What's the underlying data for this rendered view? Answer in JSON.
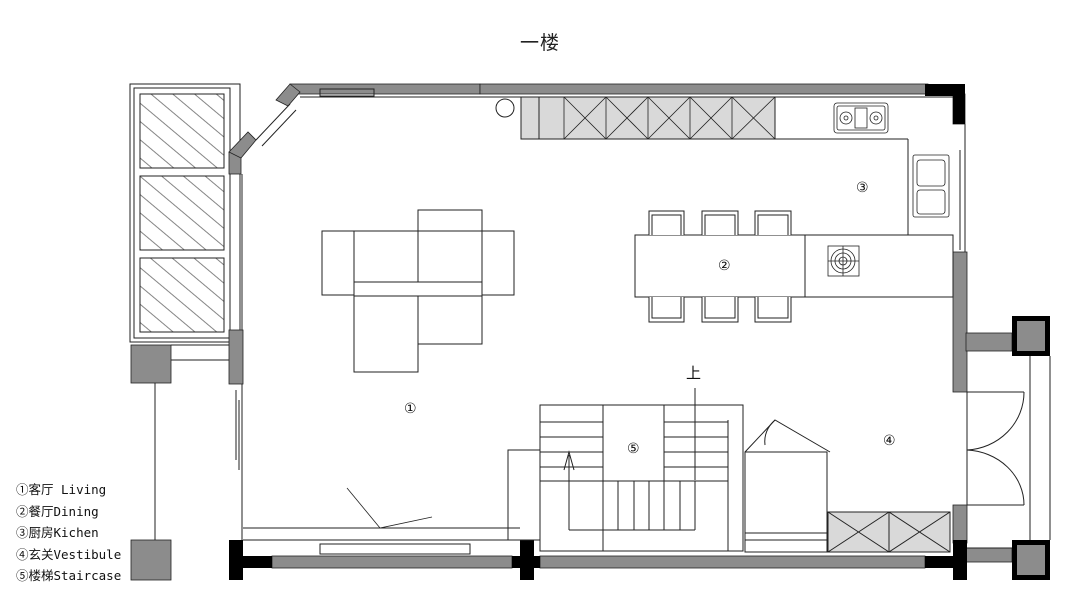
{
  "title": "一楼",
  "legend": [
    "①客厅 Living",
    "②餐厅Dining",
    "③厨房Kichen",
    "④玄关Vestibule",
    "⑤楼梯Staircase"
  ],
  "rooms": {
    "living": "①",
    "dining": "②",
    "kitchen": "③",
    "vestibule": "④",
    "staircase": "⑤"
  },
  "stair_up_label": "上",
  "colors": {
    "wall": "#8c8c8c",
    "column": "#000000",
    "cabinet": "#d9d9d9",
    "line": "#222222"
  }
}
